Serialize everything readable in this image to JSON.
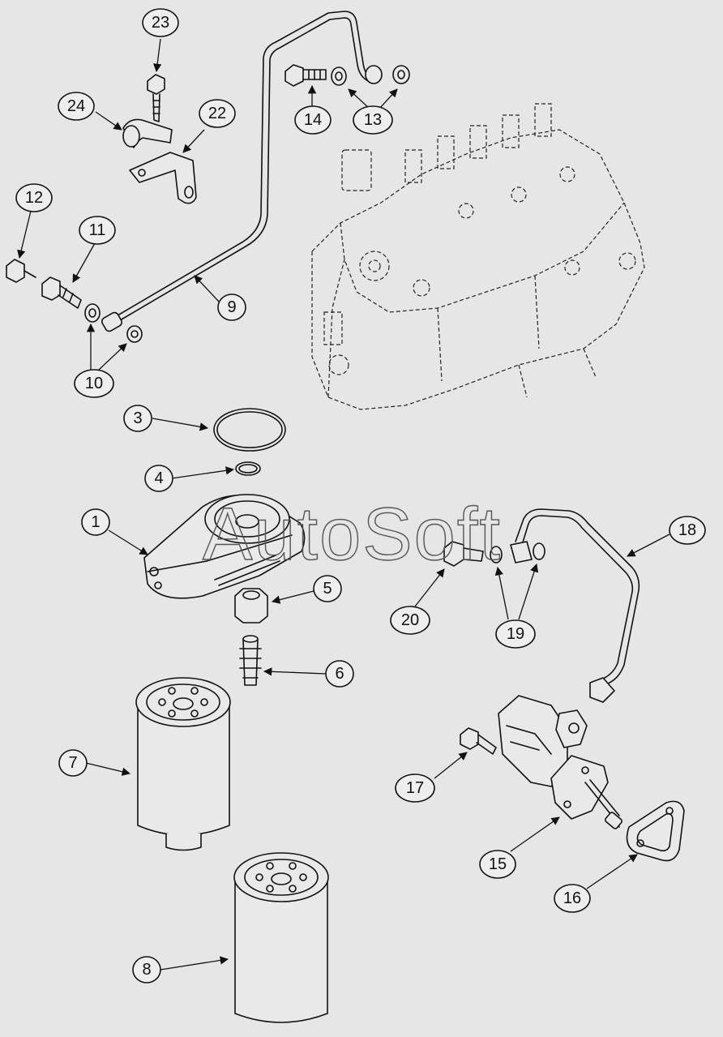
{
  "watermark": "AutoSoft",
  "callouts": [
    {
      "id": "c1",
      "label": "1"
    },
    {
      "id": "c3",
      "label": "3"
    },
    {
      "id": "c4",
      "label": "4"
    },
    {
      "id": "c5",
      "label": "5"
    },
    {
      "id": "c6",
      "label": "6"
    },
    {
      "id": "c7",
      "label": "7"
    },
    {
      "id": "c8",
      "label": "8"
    },
    {
      "id": "c9",
      "label": "9"
    },
    {
      "id": "c10",
      "label": "10"
    },
    {
      "id": "c11",
      "label": "11"
    },
    {
      "id": "c12",
      "label": "12"
    },
    {
      "id": "c13",
      "label": "13"
    },
    {
      "id": "c14",
      "label": "14"
    },
    {
      "id": "c15",
      "label": "15"
    },
    {
      "id": "c16",
      "label": "16"
    },
    {
      "id": "c17",
      "label": "17"
    },
    {
      "id": "c18",
      "label": "18"
    },
    {
      "id": "c19",
      "label": "19"
    },
    {
      "id": "c20",
      "label": "20"
    },
    {
      "id": "c22",
      "label": "22"
    },
    {
      "id": "c23",
      "label": "23"
    },
    {
      "id": "c24",
      "label": "24"
    }
  ]
}
